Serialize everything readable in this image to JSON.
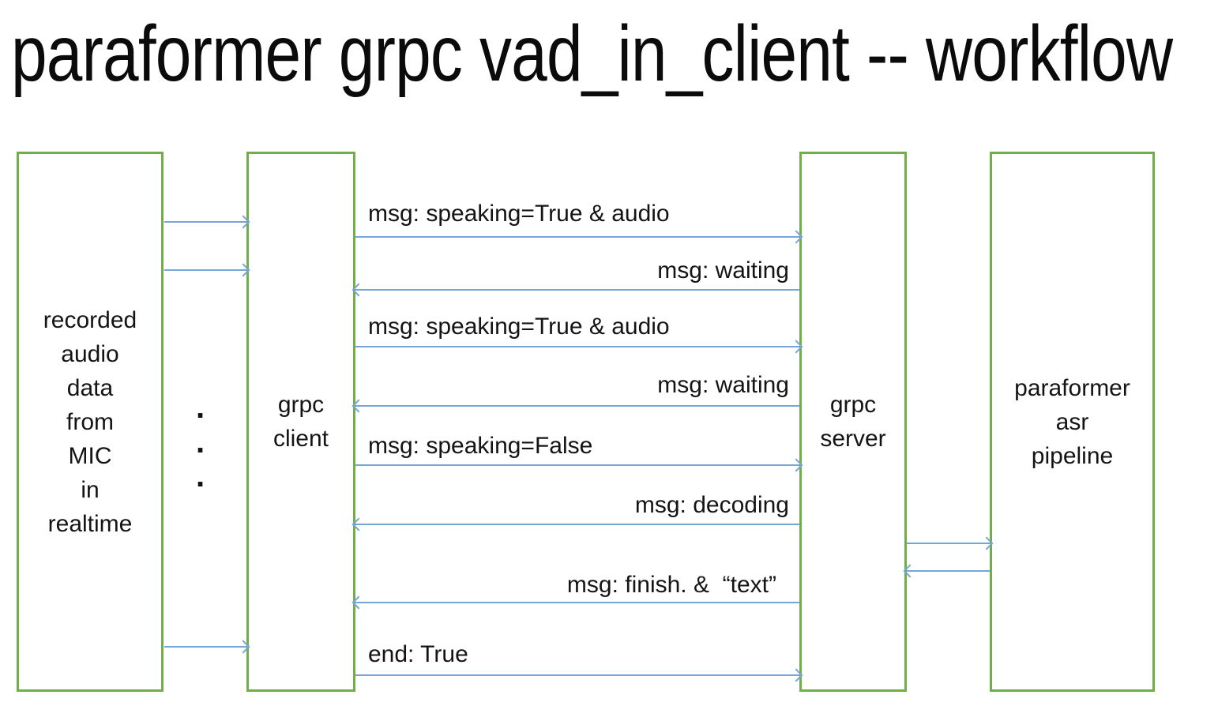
{
  "title": "paraformer grpc vad_in_client -- workflow",
  "boxes": {
    "mic": {
      "lines": [
        "recorded",
        "audio",
        "data",
        "from",
        "MIC",
        "in",
        "realtime"
      ]
    },
    "client": {
      "lines": [
        "grpc",
        "client"
      ]
    },
    "server": {
      "lines": [
        "grpc",
        "server"
      ]
    },
    "asr": {
      "lines": [
        "paraformer",
        "asr",
        "pipeline"
      ]
    }
  },
  "messages": [
    {
      "text": "msg: speaking=True & audio",
      "from": "grpc client",
      "to": "grpc server",
      "direction": "right"
    },
    {
      "text": "msg: waiting",
      "from": "grpc server",
      "to": "grpc client",
      "direction": "left"
    },
    {
      "text": "msg: speaking=True & audio",
      "from": "grpc client",
      "to": "grpc server",
      "direction": "right"
    },
    {
      "text": "msg: waiting",
      "from": "grpc server",
      "to": "grpc client",
      "direction": "left"
    },
    {
      "text": "msg: speaking=False",
      "from": "grpc client",
      "to": "grpc server",
      "direction": "right"
    },
    {
      "text": "msg: decoding",
      "from": "grpc server",
      "to": "grpc client",
      "direction": "left"
    },
    {
      "text": "msg: finish. &  “text”",
      "from": "grpc server",
      "to": "grpc client",
      "direction": "left"
    },
    {
      "text": "end: True",
      "from": "grpc client",
      "to": "grpc server",
      "direction": "right"
    }
  ],
  "ellipsis_dots": [
    ".",
    ".",
    "."
  ],
  "colors": {
    "box_border": "#71AE48",
    "arrow": "#76A5D8",
    "text": "#161616",
    "title": "#0B0B0B"
  }
}
